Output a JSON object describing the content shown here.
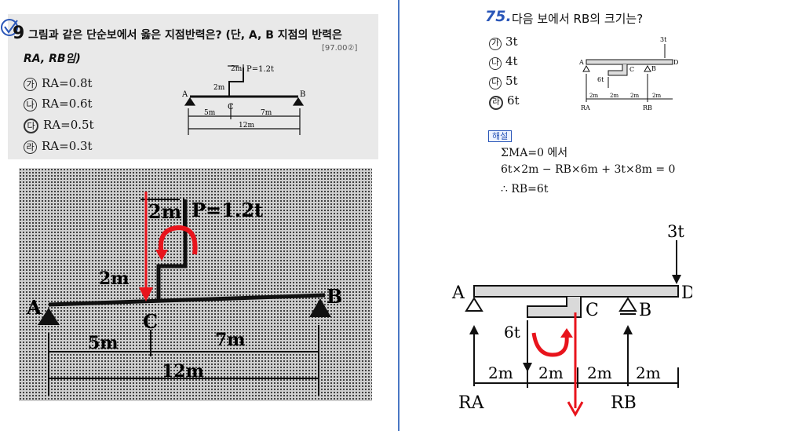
{
  "left_problem": {
    "number": "9",
    "question_line1": "그림과 같은 단순보에서 옳은 지점반력은? (단, A, B 지점의 반력은",
    "question_line2": "RA, RB임)",
    "ref": "[97.00②]",
    "options": [
      {
        "marker": "가",
        "text": "RA=0.8t"
      },
      {
        "marker": "나",
        "text": "RA=0.6t"
      },
      {
        "marker": "다",
        "text": "RA=0.5t"
      },
      {
        "marker": "라",
        "text": "RA=0.3t"
      }
    ],
    "diagram": {
      "load": "P=1.2t",
      "arm": "2m",
      "height": "2m",
      "point_a": "A",
      "point_b": "B",
      "point_c": "C",
      "dim1": "5m",
      "dim2": "7m",
      "span": "12m"
    }
  },
  "left_zoom": {
    "load": "P=1.2t",
    "arm": "2m",
    "height": "2m",
    "point_a": "A",
    "point_b": "B",
    "point_c": "C",
    "dim1": "5m",
    "dim2": "7m",
    "span": "12m"
  },
  "right_problem": {
    "number": "75.",
    "question": "다음 보에서 RB의 크기는?",
    "options": [
      {
        "marker": "가",
        "text": "3t"
      },
      {
        "marker": "나",
        "text": "4t"
      },
      {
        "marker": "다",
        "text": "5t"
      },
      {
        "marker": "라",
        "text": "6t"
      }
    ],
    "diagram": {
      "load_top": "3t",
      "load_hang": "6t",
      "a": "A",
      "b": "B",
      "c": "C",
      "d": "D",
      "ra": "RA",
      "rb": "RB",
      "dims": [
        "2m",
        "2m",
        "2m",
        "2m"
      ]
    },
    "solution_label": "해설",
    "solution_lines": [
      "ΣMA=0 에서",
      "6t×2m − RB×6m + 3t×8m = 0",
      "∴  RB=6t"
    ]
  },
  "right_zoom": {
    "load_top": "3t",
    "load_hang": "6t",
    "a": "A",
    "b": "B",
    "c": "C",
    "d": "D",
    "ra": "RA",
    "rb": "RB",
    "dims": [
      "2m",
      "2m",
      "2m",
      "2m"
    ]
  },
  "colors": {
    "annotation_red": "#e8141c",
    "accent_blue": "#2a56b8",
    "divider_blue": "#4a78c4"
  }
}
